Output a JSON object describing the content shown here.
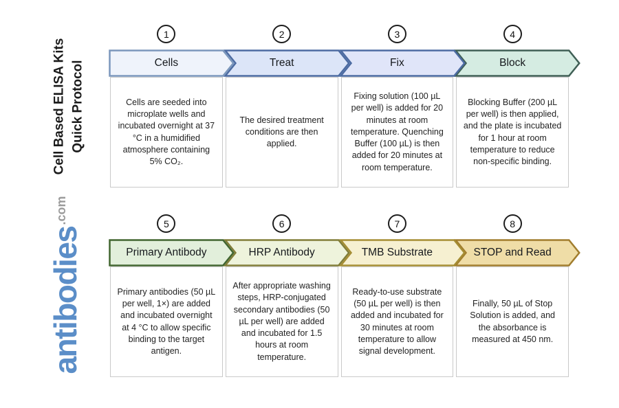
{
  "page": {
    "background": "#ffffff"
  },
  "sidebar": {
    "title_line1": "Cell Based ELISA Kits",
    "title_line2": "Quick Protocol",
    "logo_text": "antibodies",
    "logo_suffix": ".com",
    "logo_color": "#5b8ec8",
    "logo_suffix_color": "#9b9b9b"
  },
  "steps": [
    {
      "number": "1",
      "label": "Cells",
      "fill": "#eff3fb",
      "border": "#7b97bc",
      "description": "Cells are seeded into microplate wells and incubated overnight at 37 °C in a humidified atmosphere containing 5% CO₂."
    },
    {
      "number": "2",
      "label": "Treat",
      "fill": "#dce5f8",
      "border": "#4c6ba2",
      "description": "The desired treatment conditions are then applied."
    },
    {
      "number": "3",
      "label": "Fix",
      "fill": "#e0e5f9",
      "border": "#4c6ba2",
      "description": "Fixing solution (100 µL per well) is added for 20 minutes at room temperature. Quenching Buffer (100 µL) is then added for 20 minutes at room temperature."
    },
    {
      "number": "4",
      "label": "Block",
      "fill": "#d5ece2",
      "border": "#3f5f55",
      "description": "Blocking Buffer (200 µL per well) is then applied, and the plate is incubated for 1 hour at room temperature to reduce non-specific binding."
    },
    {
      "number": "5",
      "label": "Primary Antibody",
      "fill": "#e2efdb",
      "border": "#41652f",
      "description": "Primary antibodies (50 µL per well, 1×) are added and incubated overnight at 4 °C to allow specific binding to the target antigen."
    },
    {
      "number": "6",
      "label": "HRP Antibody",
      "fill": "#eef3dc",
      "border": "#817d38",
      "description": "After appropriate washing steps, HRP-conjugated secondary antibodies (50 µL per well) are added and incubated for 1.5 hours at room temperature."
    },
    {
      "number": "7",
      "label": "TMB Substrate",
      "fill": "#f6f0d1",
      "border": "#a58d33",
      "description": "Ready-to-use substrate (50 µL per well) is then added and incubated for 30 minutes at room temperature to allow signal development."
    },
    {
      "number": "8",
      "label": "STOP and Read",
      "fill": "#efdda7",
      "border": "#a17d2d",
      "description": "Finally, 50 µL of Stop Solution is added, and the absorbance is measured at 450 nm."
    }
  ]
}
